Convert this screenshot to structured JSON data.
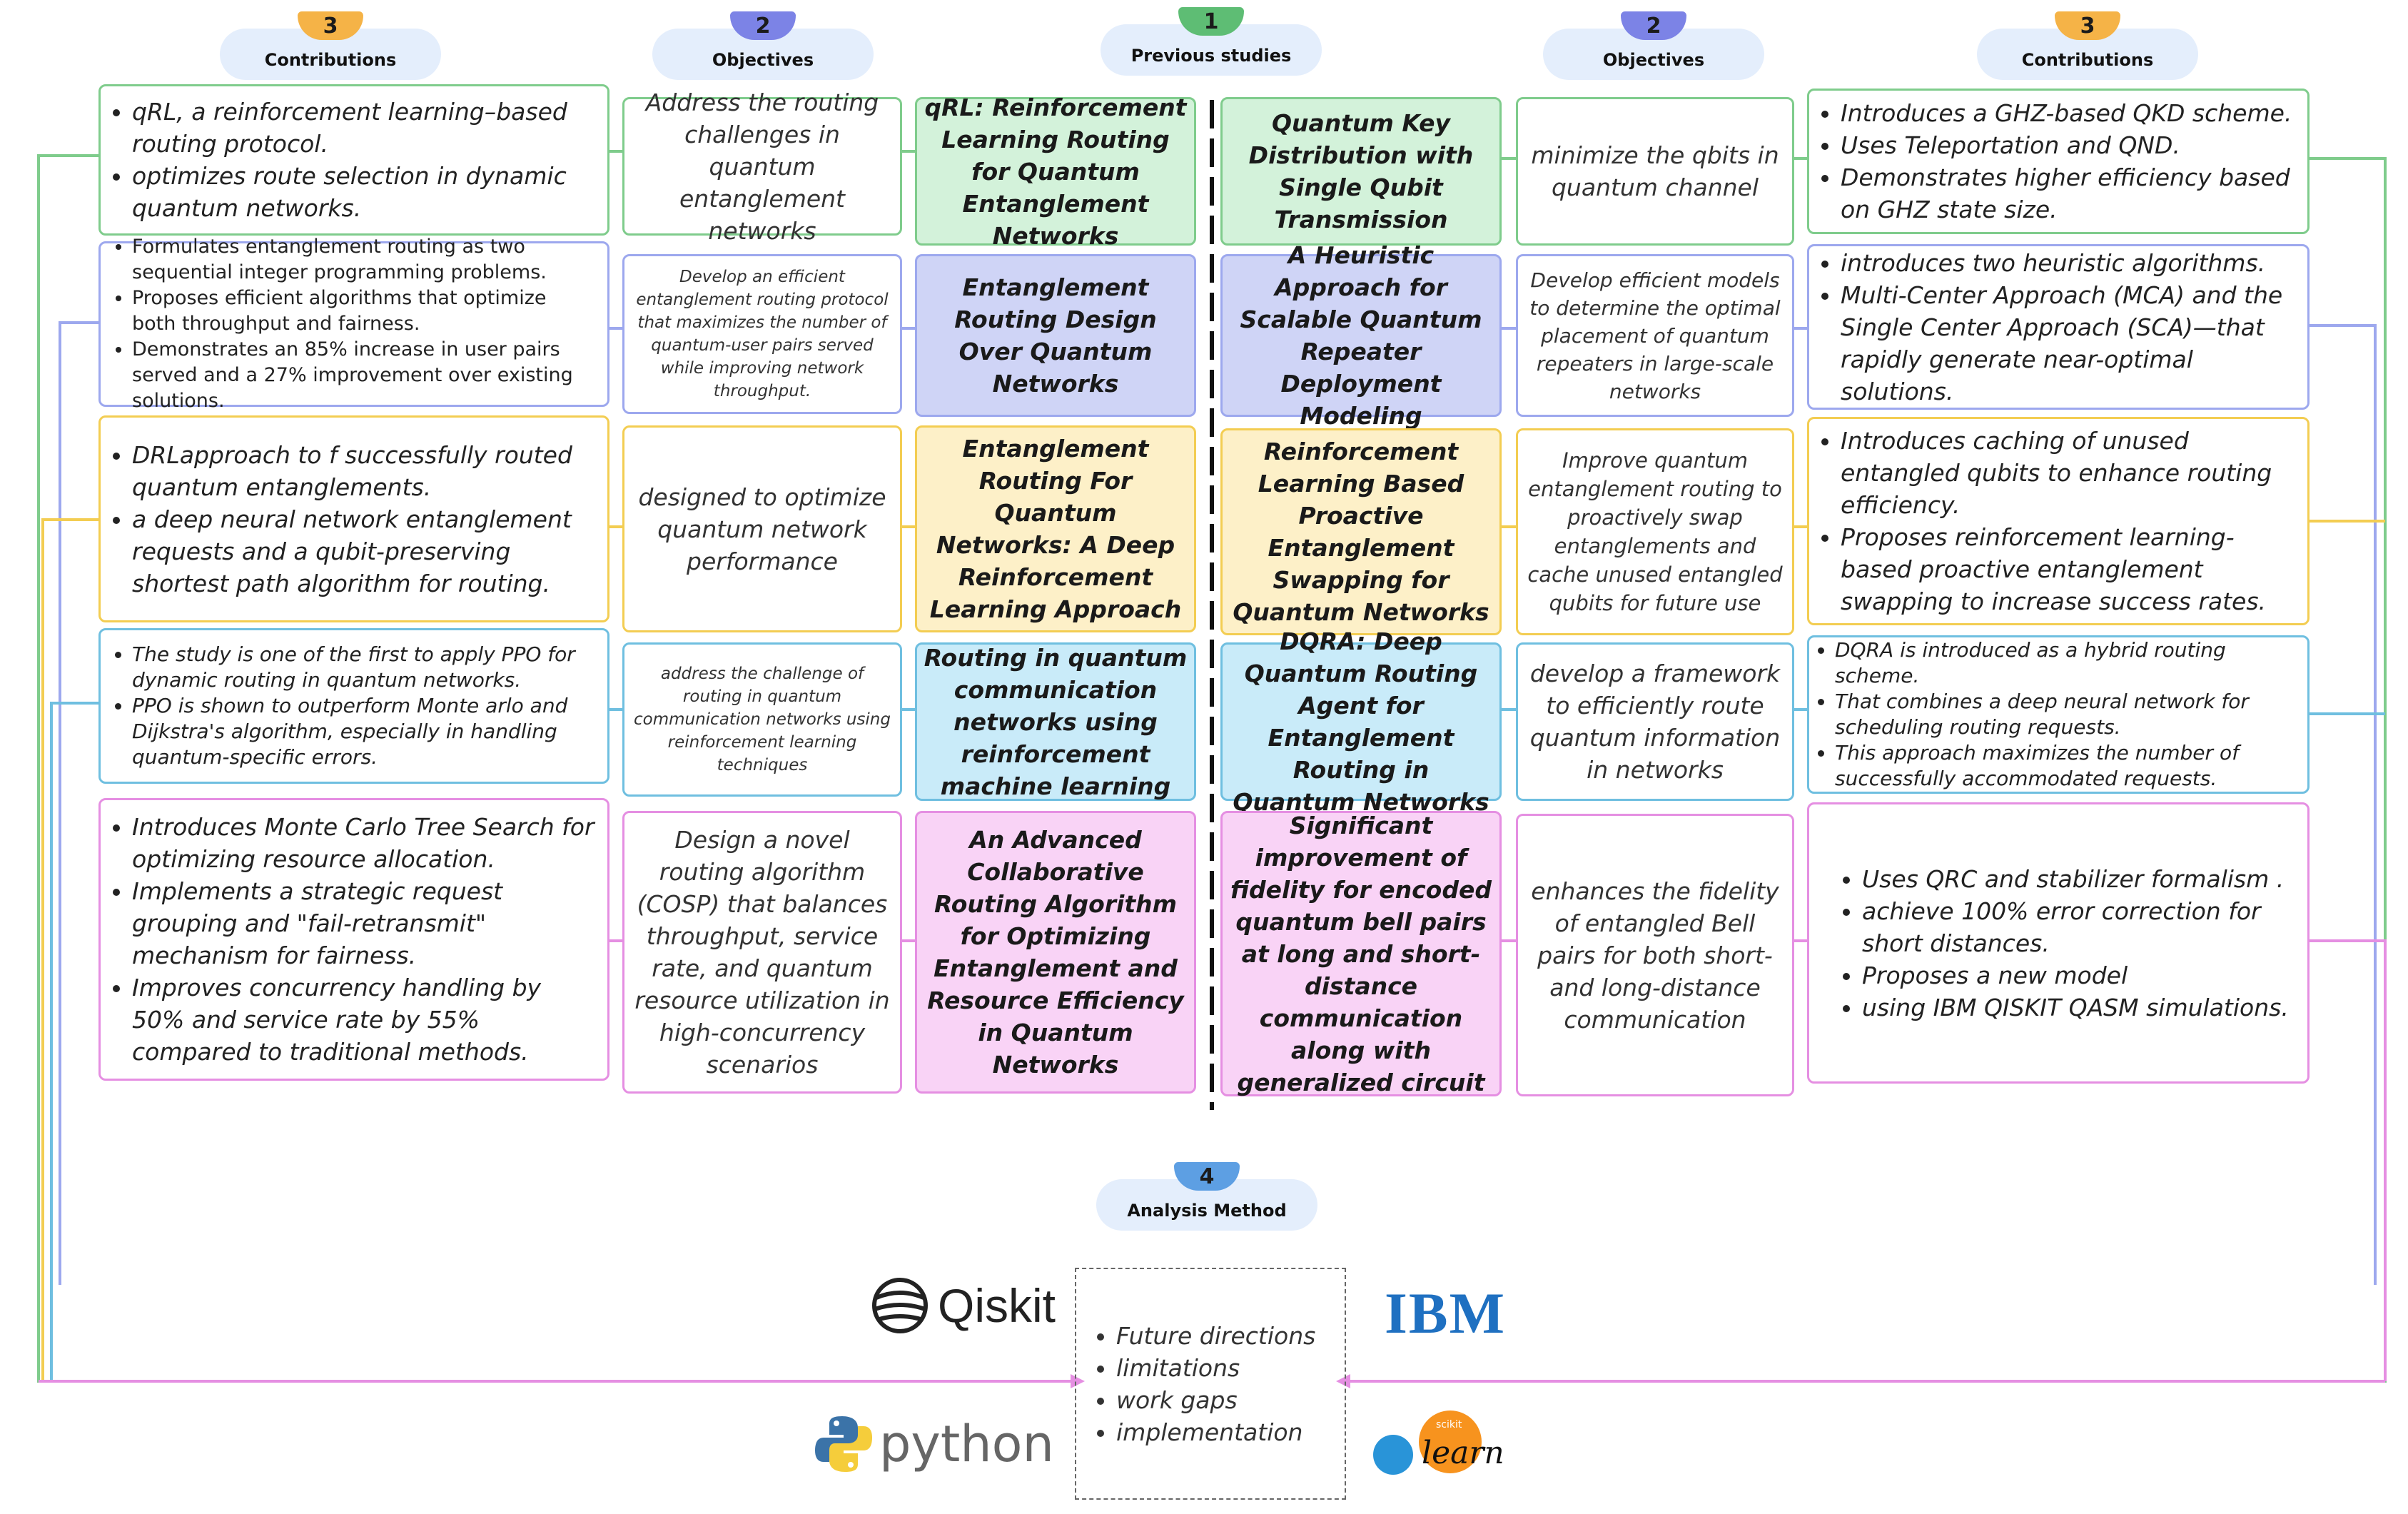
{
  "headers": {
    "left_contrib": {
      "num": "3",
      "label": "Contributions"
    },
    "left_obj": {
      "num": "2",
      "label": "Objectives"
    },
    "center": {
      "num": "1",
      "label": "Previous studies"
    },
    "right_obj": {
      "num": "2",
      "label": "Objectives"
    },
    "right_contrib": {
      "num": "3",
      "label": "Contributions"
    },
    "analysis": {
      "num": "4",
      "label": "Analysis Method"
    }
  },
  "colors": {
    "green": "#7fcc8c",
    "green_fill": "#d3f2da",
    "purple": "#9da8ee",
    "purple_fill": "#cfd4f6",
    "yellow": "#f3cd52",
    "yellow_fill": "#fdf0c8",
    "blue": "#6fbfe0",
    "blue_fill": "#c9ebf9",
    "pink": "#e58fe2",
    "pink_fill": "#f9d3f6",
    "badge_orange": "#f5b347",
    "badge_purple": "#7c83e6",
    "badge_green": "#5ebd74",
    "badge_blue": "#5d9fe3"
  },
  "rows": [
    {
      "left_contrib": [
        "qRL, a reinforcement learning–based routing protocol.",
        "optimizes route selection in dynamic quantum networks."
      ],
      "left_obj": "Address the routing challenges in quantum entanglement networks",
      "left_title": "qRL: Reinforcement Learning Routing for Quantum Entanglement Networks",
      "right_title": "Quantum Key Distribution with Single Qubit Transmission",
      "right_obj": "minimize the qbits in quantum channel",
      "right_contrib": [
        "Introduces a GHZ-based QKD scheme.",
        "Uses Teleportation and QND.",
        "Demonstrates higher efficiency based on GHZ state size."
      ]
    },
    {
      "left_contrib": [
        "Formulates entanglement routing as two sequential integer programming problems.",
        "Proposes efficient algorithms that optimize both throughput and fairness.",
        "Demonstrates an 85% increase in user pairs served and a 27% improvement over existing solutions."
      ],
      "left_obj": "Develop an efficient entanglement routing protocol that maximizes the number of quantum-user pairs served while improving network throughput.",
      "left_title": "Entanglement Routing Design Over Quantum Networks",
      "right_title": "A Heuristic Approach for Scalable Quantum Repeater Deployment Modeling",
      "right_obj": "Develop efficient models to determine the optimal placement of quantum repeaters in large-scale networks",
      "right_contrib": [
        "introduces two heuristic algorithms.",
        "Multi-Center Approach (MCA) and the Single Center Approach (SCA)—that rapidly generate near-optimal solutions."
      ]
    },
    {
      "left_contrib": [
        "DRLapproach to f successfully routed quantum entanglements.",
        "a deep neural network  entanglement requests and a qubit-preserving shortest path algorithm for routing."
      ],
      "left_obj": "designed to optimize quantum network performance",
      "left_title": "Entanglement Routing For Quantum Networks: A Deep Reinforcement Learning Approach",
      "right_title": "Reinforcement Learning Based Proactive Entanglement Swapping for Quantum Networks",
      "right_obj": "Improve quantum entanglement routing  to proactively swap entanglements and cache unused entangled qubits for future use",
      "right_contrib": [
        "Introduces caching of unused entangled qubits to enhance routing efficiency.",
        "Proposes reinforcement learning-based proactive entanglement swapping to increase success rates."
      ]
    },
    {
      "left_contrib": [
        "The study is one of the first to apply PPO for dynamic routing in quantum networks.",
        "PPO is shown to outperform Monte arlo and Dijkstra's algorithm, especially in handling quantum-specific errors."
      ],
      "left_obj": "address the challenge of routing in quantum communication networks using reinforcement learning techniques",
      "left_title": "Routing in quantum communication networks using reinforcement machine learning",
      "right_title": "DQRA: Deep Quantum Routing Agent for Entanglement Routing in Quantum Networks",
      "right_obj": "develop a  framework to efficiently route quantum information in networks",
      "right_contrib": [
        "DQRA is introduced as a hybrid routing scheme.",
        "That combines a deep neural network for scheduling routing requests.",
        "This approach maximizes the number of successfully accommodated requests."
      ]
    },
    {
      "left_contrib": [
        "Introduces Monte Carlo Tree Search for optimizing resource allocation.",
        "Implements a strategic request grouping and \"fail-retransmit\" mechanism for fairness.",
        "Improves concurrency handling by 50% and service rate by 55% compared to traditional methods."
      ],
      "left_obj": "Design a novel routing algorithm (COSP) that balances throughput, service rate, and quantum resource utilization in high-concurrency scenarios",
      "left_title": "An Advanced Collaborative Routing Algorithm for Optimizing Entanglement and Resource Efficiency in Quantum Networks",
      "right_title": "Significant improvement of fidelity for encoded quantum bell pairs at long and short-distance communication along with generalized circuit",
      "right_obj": "enhances the fidelity of entangled Bell pairs for both short- and long-distance communication",
      "right_contrib": [
        "Uses QRC and stabilizer formalism .",
        "achieve 100% error correction for short distances.",
        "Proposes a new model",
        " using IBM QISKIT QASM simulations."
      ]
    }
  ],
  "analysis": {
    "items": [
      "Future directions",
      "limitations",
      "work gaps",
      "implementation"
    ]
  },
  "logos": {
    "qiskit": "Qiskit",
    "ibm": "IBM",
    "python": "python",
    "sklearn_top": "scikit",
    "sklearn_main": "learn"
  }
}
